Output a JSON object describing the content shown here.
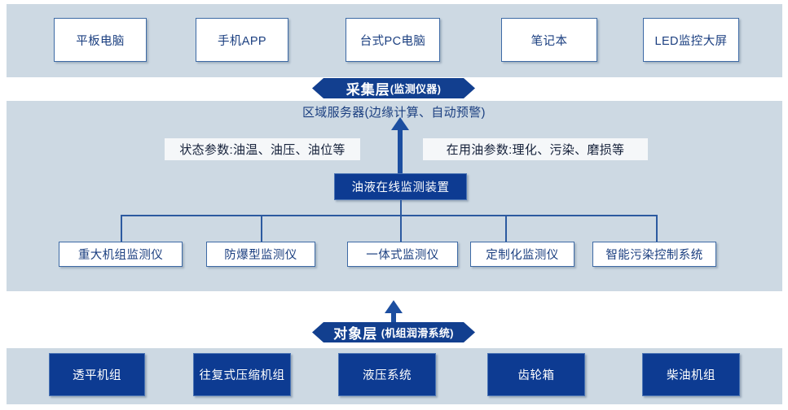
{
  "palette": {
    "band_bg": "#cdd9e3",
    "page_bg": "#ffffff",
    "box_border": "#3d6aa5",
    "box_text": "#1b3f80",
    "dark_fill": "#0d3b92",
    "banner_fill": "#123f8f",
    "connector": "#2c5aa0",
    "arrow": "#1c4ea0"
  },
  "presentation_layer": {
    "name": "presentation-terminals-band",
    "boxes": [
      {
        "label": "平板电脑"
      },
      {
        "label": "手机APP"
      },
      {
        "label": "台式PC电脑"
      },
      {
        "label": "笔记本"
      },
      {
        "label": "LED监控大屏"
      }
    ]
  },
  "collection_banner": {
    "title": "采集层",
    "subtitle": "(监测仪器)"
  },
  "server_caption": {
    "text": "区域服务器(边缘计算、自动预警)"
  },
  "parameter_labels": {
    "left": "状态参数:油温、油压、油位等",
    "right": "在用油参数:理化、污染、磨损等"
  },
  "device_hub": {
    "label": "油液在线监测装置"
  },
  "device_children": {
    "name": "monitor-device-children",
    "boxes": [
      {
        "label": "重大机组监测仪"
      },
      {
        "label": "防爆型监测仪"
      },
      {
        "label": "一体式监测仪"
      },
      {
        "label": "定制化监测仪"
      },
      {
        "label": "智能污染控制系统"
      }
    ]
  },
  "object_banner": {
    "title": "对象层",
    "subtitle": "(机组润滑系统)"
  },
  "object_layer": {
    "name": "object-equipment-band",
    "boxes": [
      {
        "label": "透平机组"
      },
      {
        "label": "往复式压缩机组"
      },
      {
        "label": "液压系统"
      },
      {
        "label": "齿轮箱"
      },
      {
        "label": "柴油机组"
      }
    ]
  }
}
